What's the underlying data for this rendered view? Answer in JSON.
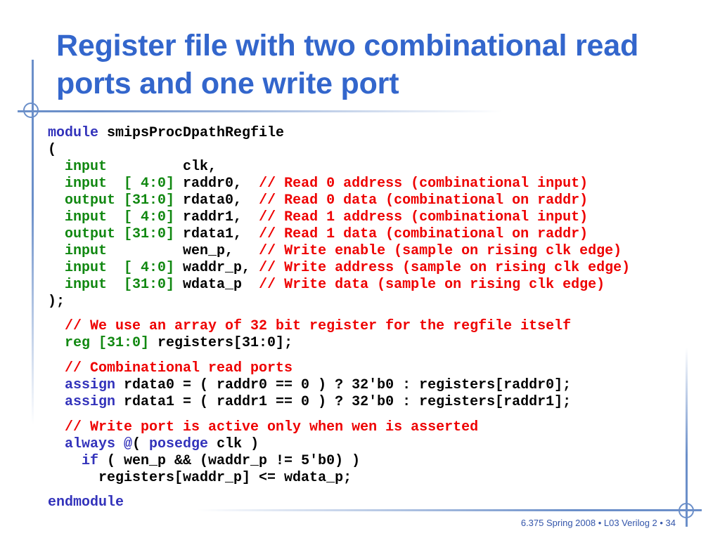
{
  "slide": {
    "title_line1": "Register file with two combinational read",
    "title_line2": "ports and one write port",
    "footer": "6.375 Spring 2008 • L03 Verilog 2 • 34"
  },
  "colors": {
    "title": "#3366cc",
    "keyword": "#3333bb",
    "type": "#118811",
    "comment": "#ee0000",
    "text": "#000000",
    "decor_lines": "#6b8fc9"
  },
  "code": {
    "l1": {
      "kw": "module",
      "tx": " smipsProcDpathRegfile"
    },
    "l2": {
      "tx": "("
    },
    "l3": {
      "ty": "  input        ",
      "tx": " clk,"
    },
    "l4": {
      "ty": "  input  [ 4:0]",
      "tx": " raddr0,  ",
      "cm": "// Read 0 address (combinational input)"
    },
    "l5": {
      "ty": "  output [31:0]",
      "tx": " rdata0,  ",
      "cm": "// Read 0 data (combinational on raddr)"
    },
    "l6": {
      "ty": "  input  [ 4:0]",
      "tx": " raddr1,  ",
      "cm": "// Read 1 address (combinational input)"
    },
    "l7": {
      "ty": "  output [31:0]",
      "tx": " rdata1,  ",
      "cm": "// Read 1 data (combinational on raddr)"
    },
    "l8": {
      "ty": "  input        ",
      "tx": " wen_p,   ",
      "cm": "// Write enable (sample on rising clk edge)"
    },
    "l9": {
      "ty": "  input  [ 4:0]",
      "tx": " waddr_p, ",
      "cm": "// Write address (sample on rising clk edge)"
    },
    "l10": {
      "ty": "  input  [31:0]",
      "tx": " wdata_p  ",
      "cm": "// Write data (sample on rising clk edge)"
    },
    "l11": {
      "tx": ");"
    },
    "l12": {
      "cm": "  // We use an array of 32 bit register for the regfile itself"
    },
    "l13": {
      "ty": "  reg [31:0]",
      "tx": " registers[31:0];"
    },
    "l14": {
      "cm": "  // Combinational read ports"
    },
    "l15": {
      "kw": "  assign",
      "tx": " rdata0 = ( raddr0 == 0 ) ? 32'b0 : registers[raddr0];"
    },
    "l16": {
      "kw": "  assign",
      "tx": " rdata1 = ( raddr1 == 0 ) ? 32'b0 : registers[raddr1];"
    },
    "l17": {
      "cm": "  // Write port is active only when wen is asserted"
    },
    "l18": {
      "kw": "  always @",
      "tx": "( ",
      "kw2": "posedge",
      "tx2": " clk )"
    },
    "l19": {
      "kw": "    if",
      "tx": " ( wen_p && (waddr_p != 5'b0) )"
    },
    "l20": {
      "tx": "      registers[waddr_p] <= wdata_p;"
    },
    "l21": {
      "kw": "endmodule"
    }
  }
}
